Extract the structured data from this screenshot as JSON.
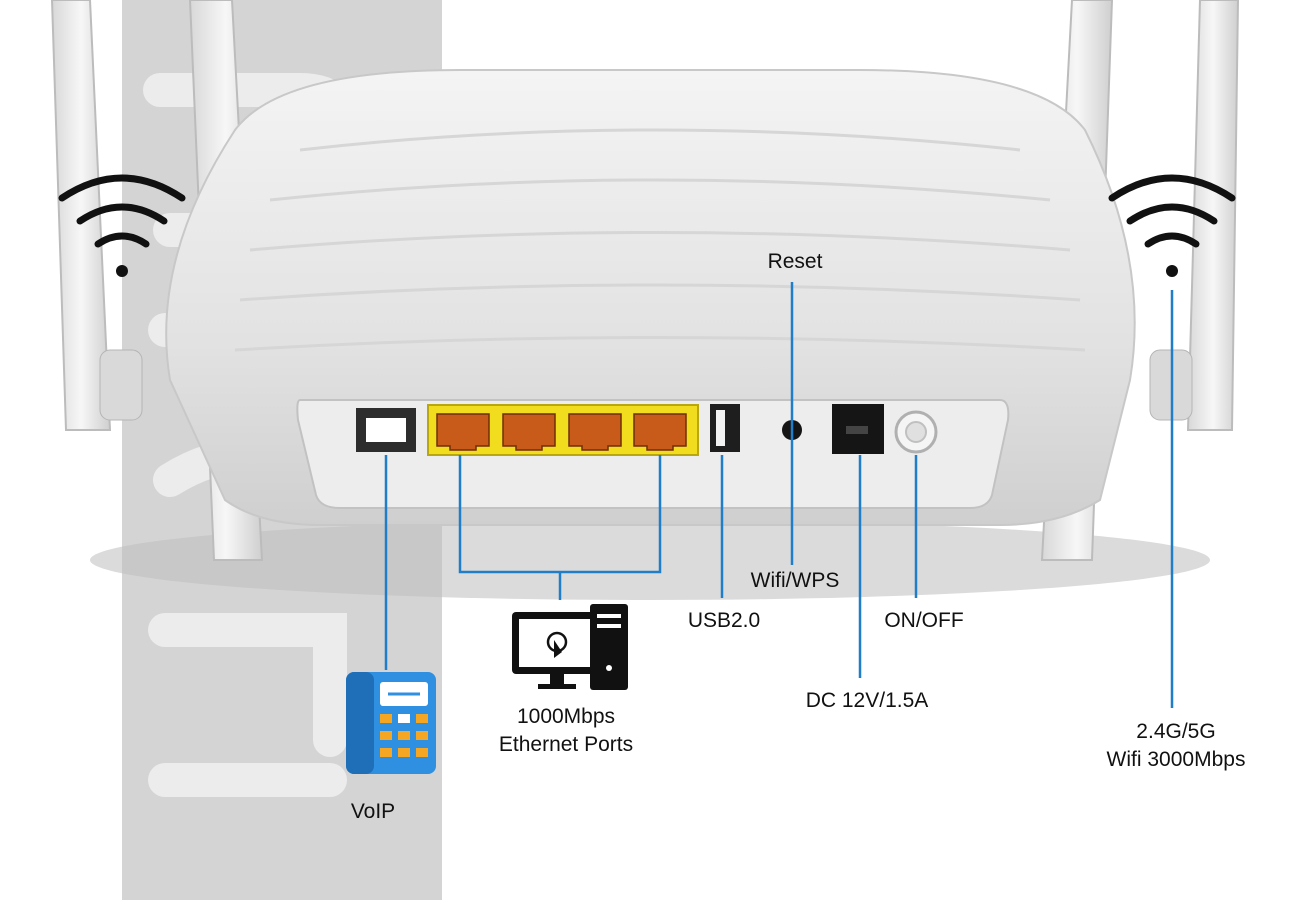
{
  "labels": {
    "reset": "Reset",
    "wifi_wps": "Wifi/WPS",
    "usb": "USB2.0",
    "on_off": "ON/OFF",
    "dc": "DC 12V/1.5A",
    "ethernet_line1": "1000Mbps",
    "ethernet_line2": "Ethernet Ports",
    "voip": "VoIP",
    "wifi_line1": "2.4G/5G",
    "wifi_line2": "Wifi 3000Mbps"
  },
  "colors": {
    "callout_line": "#1f7ec7",
    "lan_port_yellow": "#f2dc1e",
    "phone_blue": "#2f8fe0",
    "phone_orange": "#f5a623",
    "router_body": "#e6e6e6",
    "watermark": "#d4d4d4"
  },
  "icons": [
    "wifi-icon",
    "phone-icon",
    "computer-icon"
  ]
}
